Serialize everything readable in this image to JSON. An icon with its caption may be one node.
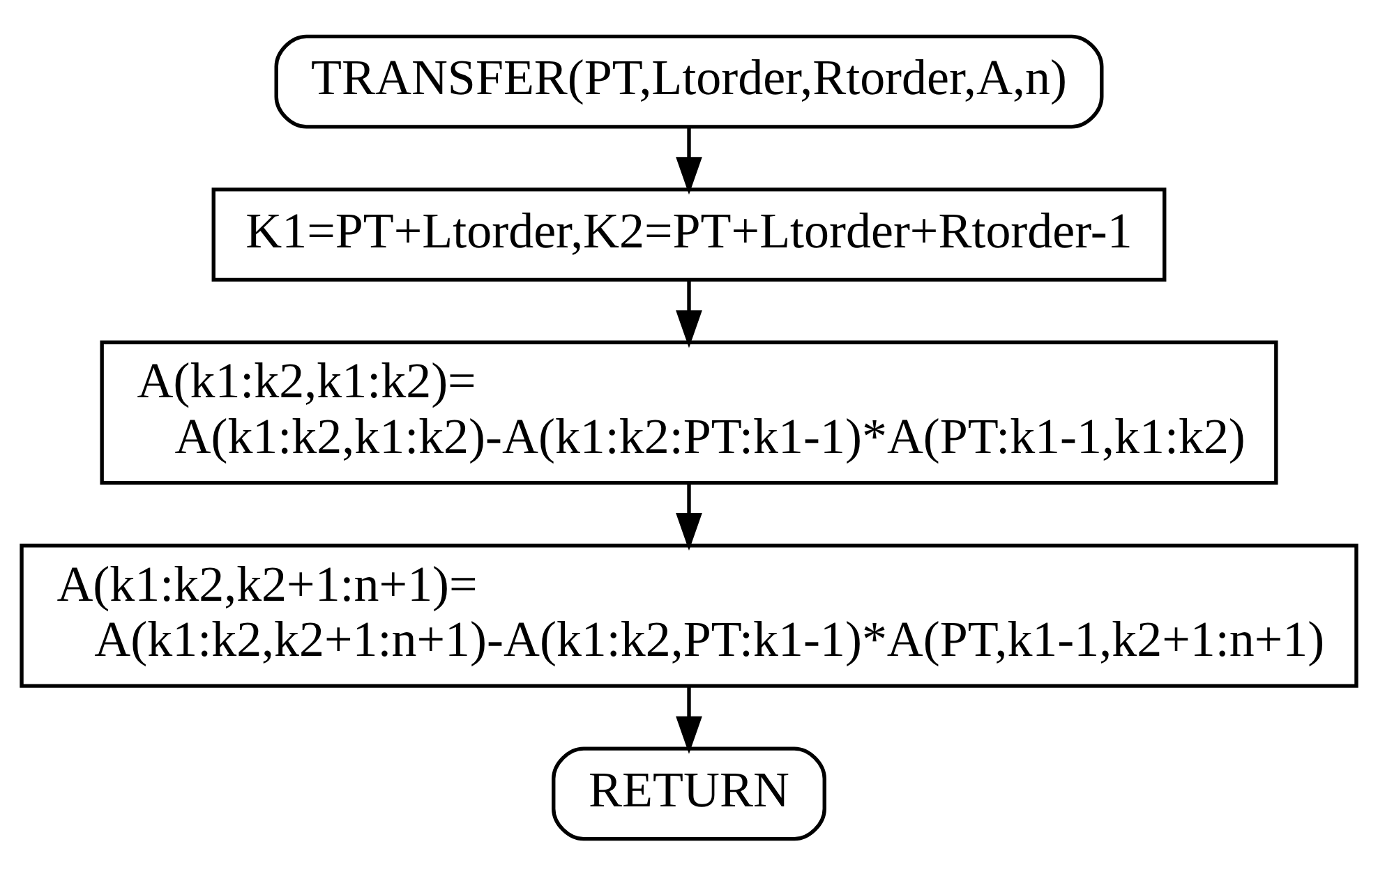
{
  "diagram": {
    "nodes": [
      {
        "text": [
          "TRANSFER(PT,Ltorder,Rtorder,A,n)"
        ]
      },
      {
        "text": [
          "K1=PT+Ltorder,K2=PT+Ltorder+Rtorder-1"
        ]
      },
      {
        "text": [
          "A(k1:k2,k1:k2)=",
          "A(k1:k2,k1:k2)-A(k1:k2:PT:k1-1)*A(PT:k1-1,k1:k2)"
        ]
      },
      {
        "text": [
          "A(k1:k2,k2+1:n+1)=",
          "A(k1:k2,k2+1:n+1)-A(k1:k2,PT:k1-1)*A(PT,k1-1,k2+1:n+1)"
        ]
      },
      {
        "text": [
          "RETURN"
        ]
      }
    ],
    "edges": [
      {
        "from": 0,
        "to": 1,
        "arrow": "to"
      },
      {
        "from": 1,
        "to": 2,
        "arrow": "to"
      },
      {
        "from": 2,
        "to": 3,
        "arrow": "to"
      },
      {
        "from": 3,
        "to": 4,
        "arrow": "to"
      }
    ]
  }
}
